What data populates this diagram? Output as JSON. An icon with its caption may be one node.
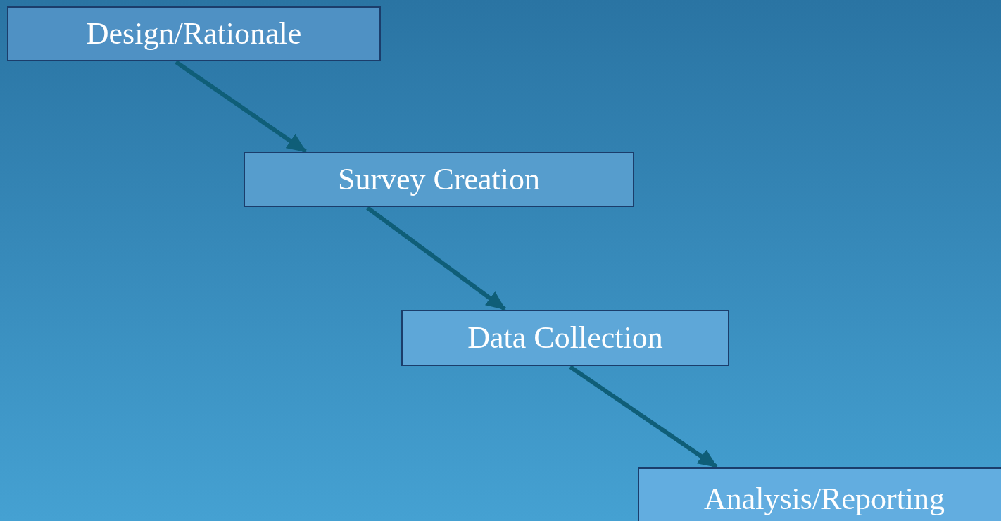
{
  "diagram": {
    "nodes": [
      {
        "text": [
          "Design/Rationale"
        ]
      },
      {
        "text": [
          "Survey Creation"
        ]
      },
      {
        "text": [
          "Data Collection"
        ]
      },
      {
        "text": [
          "Analysis/Reporting"
        ]
      }
    ],
    "edges": [
      {
        "from": 0,
        "to": 1,
        "arrow": "to"
      },
      {
        "from": 1,
        "to": 2,
        "arrow": "to"
      },
      {
        "from": 2,
        "to": 3,
        "arrow": "to"
      }
    ]
  }
}
